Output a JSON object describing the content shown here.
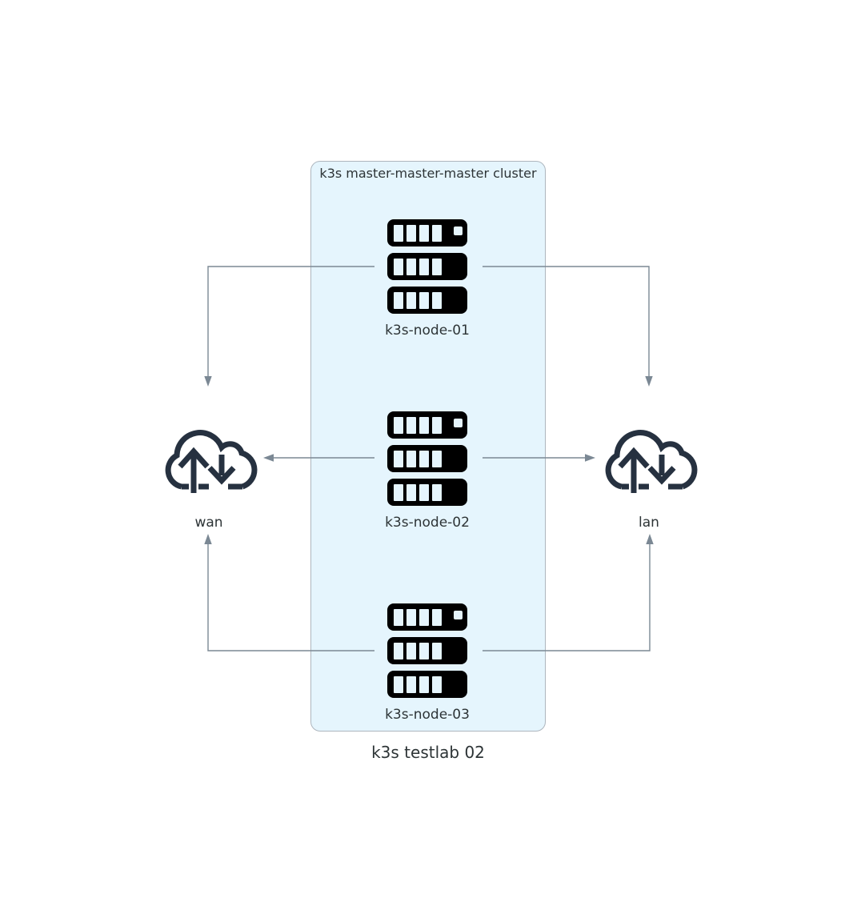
{
  "diagram": {
    "title": "k3s testlab 02",
    "cluster": {
      "label": "k3s master-master-master cluster",
      "bg_color": "#E5F5FD",
      "border_color": "#AEB6BE",
      "nodes": [
        {
          "label": "k3s-node-01",
          "icon": "server-icon"
        },
        {
          "label": "k3s-node-02",
          "icon": "server-icon"
        },
        {
          "label": "k3s-node-03",
          "icon": "server-icon"
        }
      ]
    },
    "networks": [
      {
        "label": "wan",
        "icon": "cloud-updown-icon"
      },
      {
        "label": "lan",
        "icon": "cloud-updown-icon"
      }
    ],
    "edges": [
      {
        "from": "k3s-node-01",
        "to": "wan"
      },
      {
        "from": "k3s-node-01",
        "to": "lan"
      },
      {
        "from": "k3s-node-02",
        "to": "wan"
      },
      {
        "from": "k3s-node-02",
        "to": "lan"
      },
      {
        "from": "k3s-node-03",
        "to": "wan"
      },
      {
        "from": "k3s-node-03",
        "to": "lan"
      }
    ],
    "colors": {
      "background": "#FFFFFF",
      "cluster_bg": "#E5F5FD",
      "cluster_border": "#AEB6BE",
      "edge": "#7B8894",
      "server_icon": "#000000",
      "cloud_icon": "#263140",
      "text": "#2D3436"
    }
  }
}
